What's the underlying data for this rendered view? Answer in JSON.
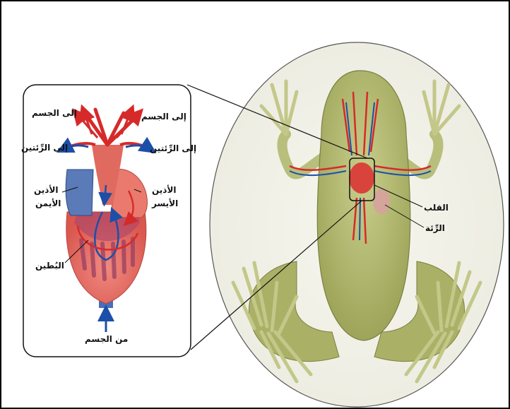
{
  "labels": {
    "to_body_left": "إلى الجسم",
    "to_body_right": "إلى الجسم",
    "to_lungs_left": "إلى الرِّئتين",
    "to_lungs_right": "إلى الرِّئتين",
    "right_atrium_line1": "الأذين",
    "right_atrium_line2": "الأيمن",
    "left_atrium_line1": "الأذين",
    "left_atrium_line2": "الأيسر",
    "ventricle": "البُطين",
    "from_body": "من الجسم",
    "heart": "القلب",
    "lung": "الرِّئة"
  },
  "colors": {
    "oxygenated": "#d62a2a",
    "deoxygenated": "#1c4fa8",
    "frog_skin": "#b7c07a",
    "heart_tissue": "#e9736a"
  }
}
